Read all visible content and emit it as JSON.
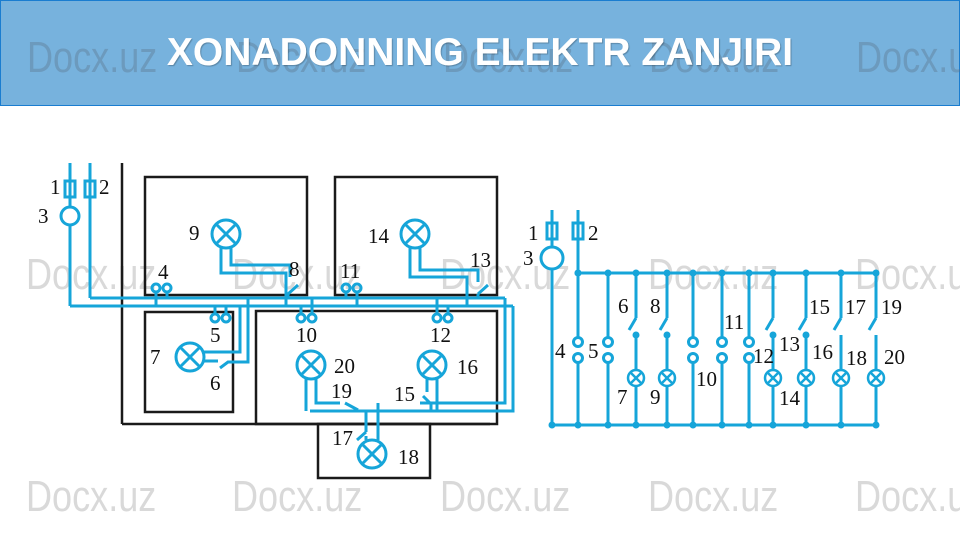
{
  "slide": {
    "title": "XONADONNING ELEKTR ZANJIRI",
    "watermark": "Docx.uz"
  },
  "colors": {
    "header_bg": "#77b2dd",
    "header_border": "#1a7dd0",
    "wire": "#16a5d9",
    "walls": "#1a1a1a"
  },
  "layout_diagram": {
    "labels": {
      "fuse1": "1",
      "fuse2": "2",
      "meter": "3",
      "socket4": "4",
      "socket5": "5",
      "switch6": "6",
      "lamp7": "7",
      "switch8": "8",
      "lamp9": "9",
      "socket10": "10",
      "socket11": "11",
      "socket12": "12",
      "switch13": "13",
      "lamp14": "14",
      "switch15": "15",
      "lamp16": "16",
      "switch17": "17",
      "lamp18": "18",
      "switch19": "19",
      "lamp20": "20"
    }
  },
  "schematic_diagram": {
    "labels": {
      "fuse1": "1",
      "fuse2": "2",
      "meter": "3",
      "socket4": "4",
      "socket5": "5",
      "switch6": "6",
      "lamp7": "7",
      "switch8": "8",
      "lamp9": "9",
      "socket10": "10",
      "socket11": "11",
      "socket12": "12",
      "switch13": "13",
      "lamp14": "14",
      "switch15": "15",
      "lamp16": "16",
      "switch17": "17",
      "lamp18": "18",
      "switch19": "19",
      "lamp20": "20"
    }
  }
}
